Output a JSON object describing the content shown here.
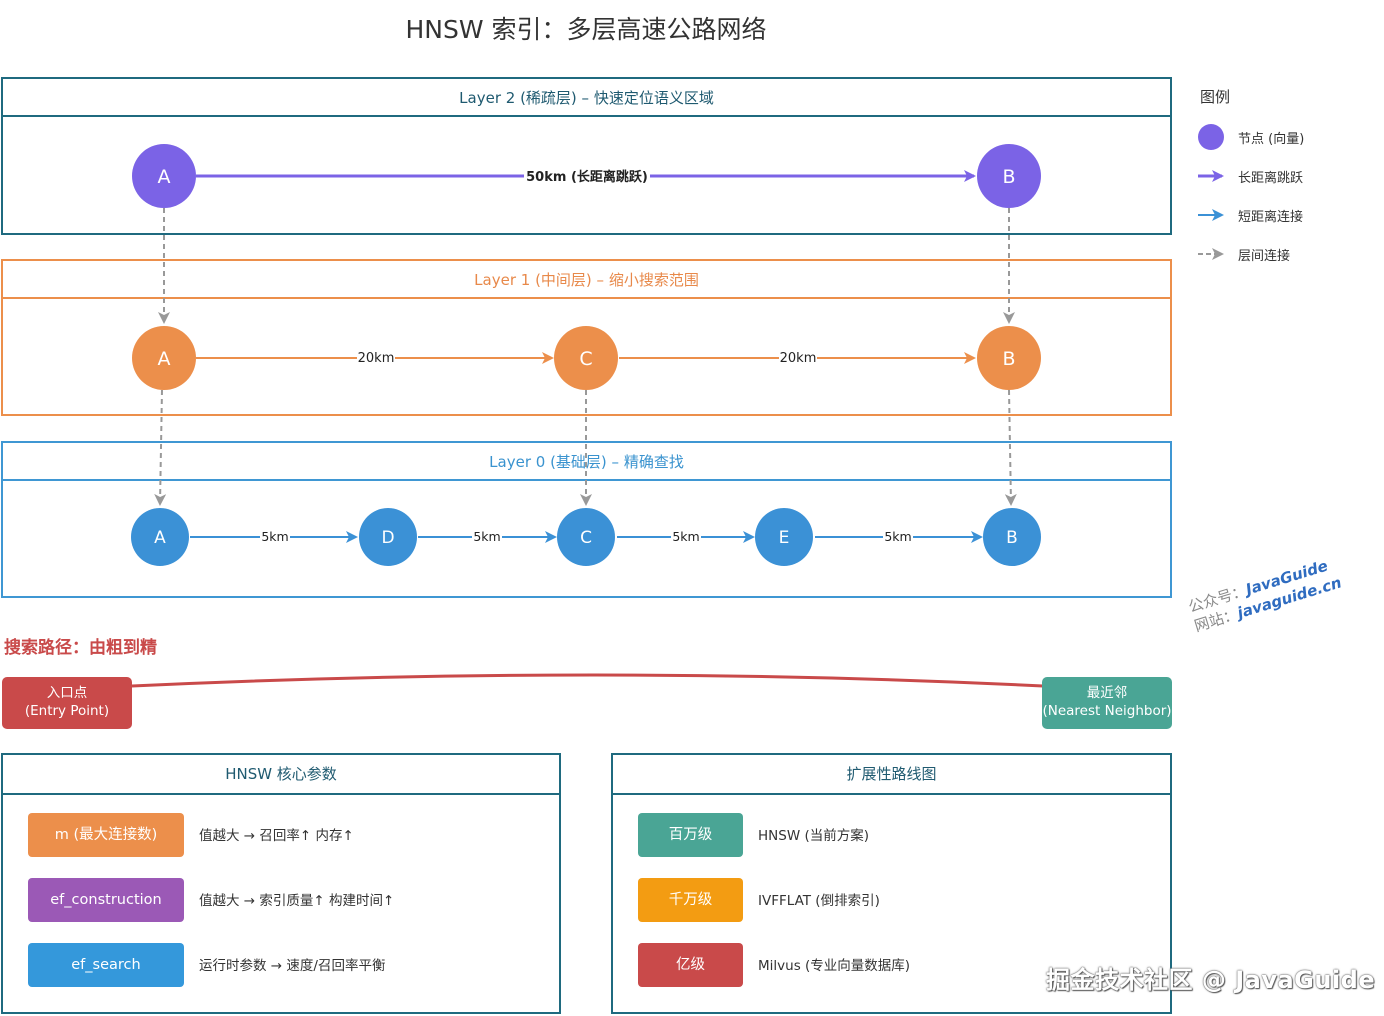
{
  "title": "HNSW 索引：多层高速公路网络",
  "layers": [
    {
      "label": "Layer 2 (稀疏层) – 快速定位语义区域",
      "color": "#1f6a7f",
      "text_color": "#1f5a70"
    },
    {
      "label": "Layer 1 (中间层) – 缩小搜索范围",
      "color": "#ec8f4b",
      "text_color": "#e8894a"
    },
    {
      "label": "Layer 0 (基础层) – 精确查找",
      "color": "#3f97d3",
      "text_color": "#3a93cf"
    }
  ],
  "nodes": {
    "l2": [
      "A",
      "B"
    ],
    "l1": [
      "A",
      "C",
      "B"
    ],
    "l0": [
      "A",
      "D",
      "C",
      "E",
      "B"
    ]
  },
  "edges": {
    "l2": [
      "50km (长距离跳跃)"
    ],
    "l1": [
      "20km",
      "20km"
    ],
    "l0": [
      "5km",
      "5km",
      "5km",
      "5km"
    ]
  },
  "colors": {
    "l2_node": "#7b63e6",
    "l1_node": "#ec8f4b",
    "l0_node": "#3b91d6",
    "inter_layer": "#999999",
    "search_path": "#c94a4a",
    "entry": "#c94a4a",
    "nearest": "#4aa595"
  },
  "legend": {
    "title": "图例",
    "items": [
      {
        "label": "节点 (向量)",
        "icon": "node-circle-icon"
      },
      {
        "label": "长距离跳跃",
        "icon": "long-jump-arrow-icon"
      },
      {
        "label": "短距离连接",
        "icon": "short-link-arrow-icon"
      },
      {
        "label": "层间连接",
        "icon": "inter-layer-arrow-icon"
      }
    ]
  },
  "search": {
    "title": "搜索路径：由粗到精",
    "entry_line1": "入口点",
    "entry_line2": "(Entry Point)",
    "nearest_line1": "最近邻",
    "nearest_line2": "(Nearest Neighbor)"
  },
  "params": {
    "title": "HNSW 核心参数",
    "items": [
      {
        "name": "m (最大连接数)",
        "desc": "值越大 → 召回率↑ 内存↑",
        "color": "#ec8f4b"
      },
      {
        "name": "ef_construction",
        "desc": "值越大 → 索引质量↑ 构建时间↑",
        "color": "#9b59b6"
      },
      {
        "name": "ef_search",
        "desc": "运行时参数 → 速度/召回率平衡",
        "color": "#3498db"
      }
    ]
  },
  "roadmap": {
    "title": "扩展性路线图",
    "items": [
      {
        "name": "百万级",
        "desc": "HNSW (当前方案)",
        "color": "#4aa595"
      },
      {
        "name": "千万级",
        "desc": "IVFFLAT (倒排索引)",
        "color": "#f39c12"
      },
      {
        "name": "亿级",
        "desc": "Milvus (专业向量数据库)",
        "color": "#c94a4a"
      }
    ]
  },
  "watermark": {
    "line1_label": "公众号：",
    "line1_value": "JavaGuide",
    "line2_label": "网站：",
    "line2_value": "javaguide.cn",
    "bottom": "掘金技术社区 @ JavaGuide"
  }
}
